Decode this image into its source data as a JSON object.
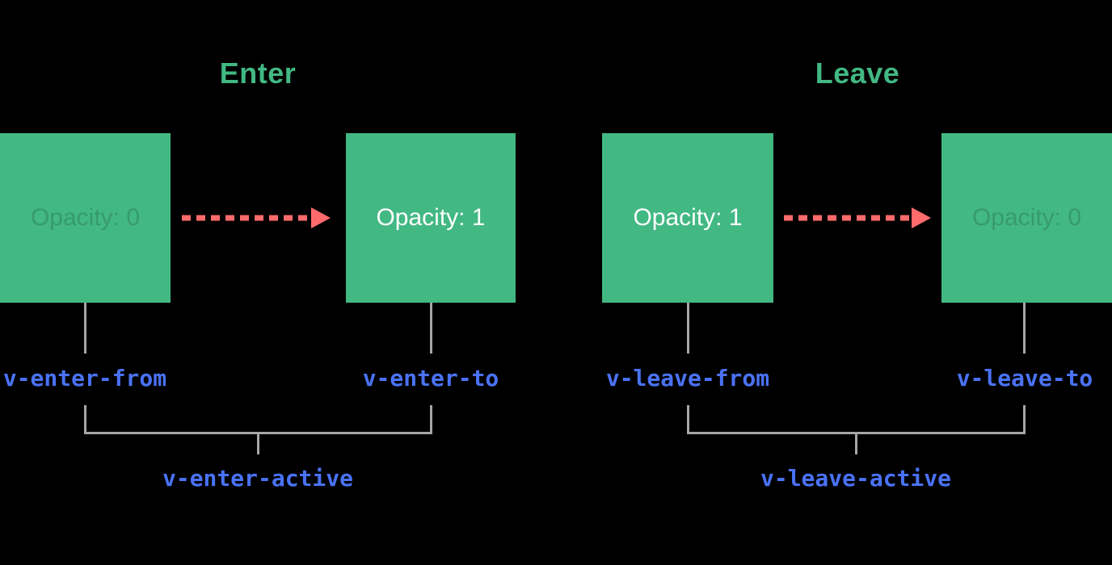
{
  "colors": {
    "background": "#000000",
    "box_green": "#42b883",
    "title_green": "#42b883",
    "arrow_red": "#ff6b6b",
    "label_blue": "#4a72f5",
    "line_gray": "#a6a6a6",
    "box_text": "#ffffff"
  },
  "enter": {
    "title": "Enter",
    "from_box_text": "Opacity: 0",
    "to_box_text": "Opacity: 1",
    "from_label": "v-enter-from",
    "to_label": "v-enter-to",
    "active_label": "v-enter-active"
  },
  "leave": {
    "title": "Leave",
    "from_box_text": "Opacity: 1",
    "to_box_text": "Opacity: 0",
    "from_label": "v-leave-from",
    "to_label": "v-leave-to",
    "active_label": "v-leave-active"
  }
}
